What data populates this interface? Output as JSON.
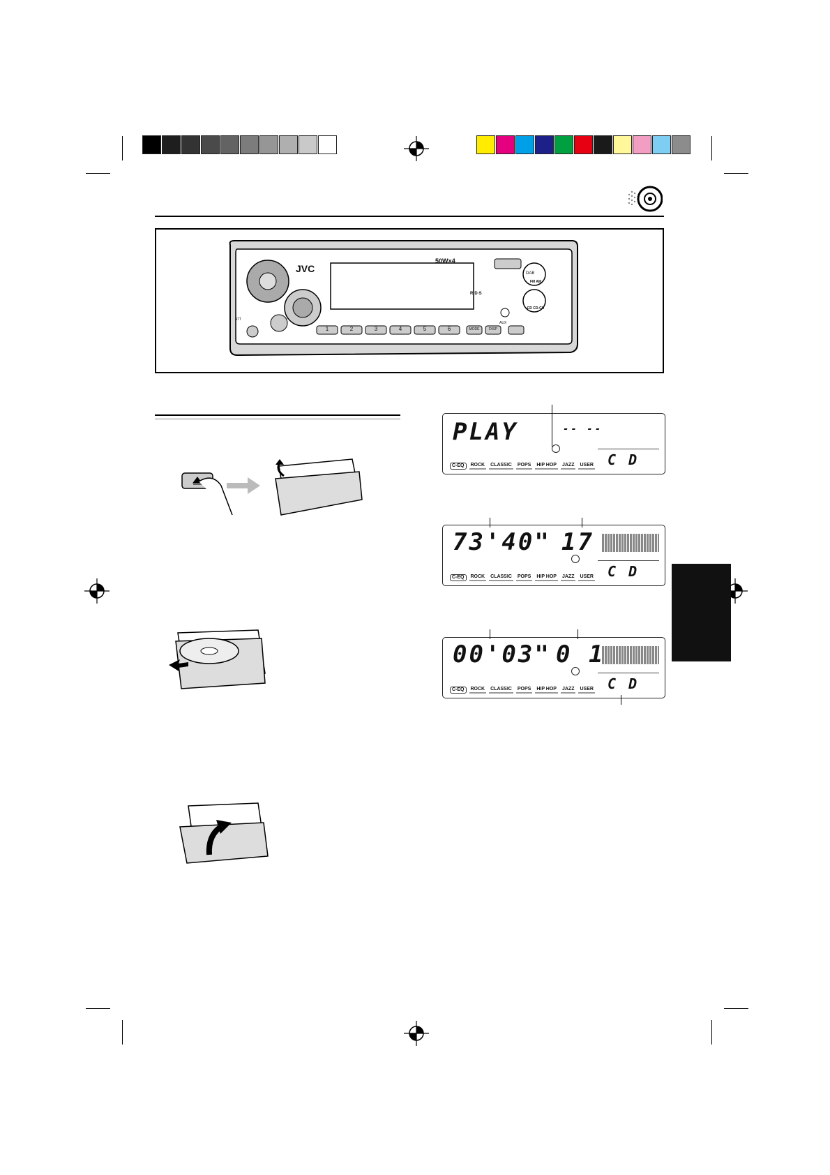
{
  "colors": {
    "grays": [
      "#000000",
      "#1e1e1e",
      "#333333",
      "#4a4a4a",
      "#636363",
      "#7c7c7c",
      "#969696",
      "#afafaf",
      "#c9c9c9",
      "#ffffff"
    ],
    "process": [
      "#ffec00",
      "#e4007e",
      "#00a0e9",
      "#1d2088",
      "#00a040",
      "#e60012",
      "#1a1a1a",
      "#fff799",
      "#f19ec2",
      "#7ecef4",
      "#8c8c8c"
    ]
  },
  "head_unit": {
    "brand": "JVC",
    "power": "50W×4",
    "dab": "DAB",
    "fm_am": "FM AM",
    "cd": "CD CD-CH",
    "rds": "R·D·S",
    "att": "ATT",
    "aux": "AUX",
    "presets": [
      "1",
      "2",
      "3",
      "4",
      "5",
      "6"
    ],
    "mode": "MODE",
    "disp": "DISP"
  },
  "lcd1": {
    "main": "PLAY",
    "dashes": "-- --",
    "source": "C D"
  },
  "lcd2": {
    "time": "73'40\"",
    "track": "17",
    "source": "C D"
  },
  "lcd3": {
    "time": "00'03\"",
    "track": "0 1",
    "source": "C D"
  },
  "eq_labels": [
    "C-EQ",
    "ROCK",
    "CLASSIC",
    "POPS",
    "HIP HOP",
    "JAZZ",
    "USER"
  ]
}
